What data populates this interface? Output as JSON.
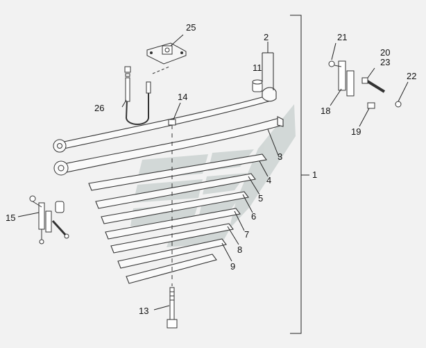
{
  "colors": {
    "background": "#f2f2f2",
    "line": "#333333",
    "watermark": "#c7cfcd"
  },
  "callouts": [
    {
      "id": "c1",
      "text": "1"
    },
    {
      "id": "c2",
      "text": "2"
    },
    {
      "id": "c3",
      "text": "3"
    },
    {
      "id": "c4",
      "text": "4"
    },
    {
      "id": "c5",
      "text": "5"
    },
    {
      "id": "c6",
      "text": "6"
    },
    {
      "id": "c7",
      "text": "7"
    },
    {
      "id": "c8",
      "text": "8"
    },
    {
      "id": "c9",
      "text": "9"
    },
    {
      "id": "c11",
      "text": "11"
    },
    {
      "id": "c13",
      "text": "13"
    },
    {
      "id": "c14",
      "text": "14"
    },
    {
      "id": "c15",
      "text": "15"
    },
    {
      "id": "c18",
      "text": "18"
    },
    {
      "id": "c19",
      "text": "19"
    },
    {
      "id": "c20",
      "text": "20"
    },
    {
      "id": "c21",
      "text": "21"
    },
    {
      "id": "c22",
      "text": "22"
    },
    {
      "id": "c23",
      "text": "23"
    },
    {
      "id": "c25",
      "text": "25"
    },
    {
      "id": "c26",
      "text": "26"
    }
  ]
}
